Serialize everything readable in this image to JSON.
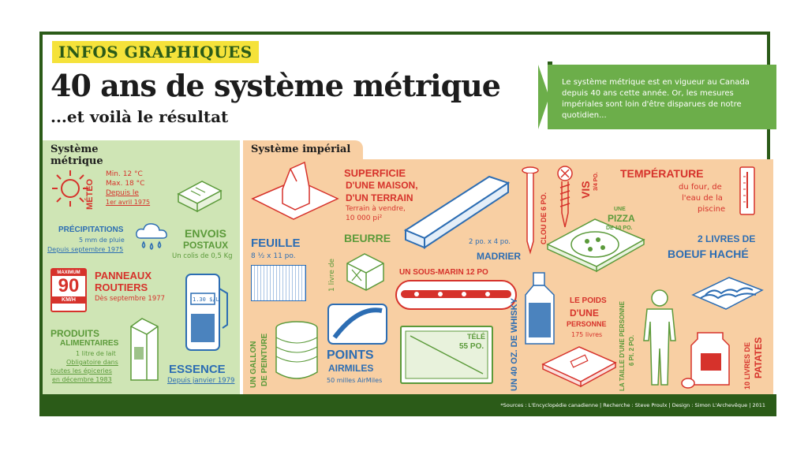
{
  "header": {
    "tag": "INFOS GRAPHIQUES",
    "title": "40 ans de système métrique",
    "subtitle": "...et voilà le résultat",
    "intro": "Le système métrique est en vigueur au Canada depuis 40 ans cette année. Or, les mesures impériales sont loin d'être disparues de notre quotidien..."
  },
  "metric": {
    "tab": "Système métrique",
    "meteo": {
      "label": "MÉTÉO",
      "min": "Min. 12 °C",
      "max": "Max. 18 °C",
      "since1": "Depuis le",
      "since2": "1er avril 1975"
    },
    "precip": {
      "label": "PRÉCIPITATIONS",
      "detail": "5 mm de pluie",
      "since": "Depuis septembre 1975"
    },
    "envois": {
      "label1": "ENVOIS",
      "label2": "POSTAUX",
      "detail": "Un colis de 0,5 Kg"
    },
    "panneaux": {
      "sign_top": "MAXIMUM",
      "sign_num": "90",
      "sign_unit": "KM/H",
      "label1": "PANNEAUX",
      "label2": "ROUTIERS",
      "since": "Dès septembre 1977"
    },
    "produits": {
      "label1": "PRODUITS",
      "label2": "ALIMENTAIRES",
      "detail": "1 litre de lait",
      "since1": "Obligatoire dans",
      "since2": "toutes les épiceries",
      "since3": "en décembre 1983"
    },
    "essence": {
      "pump_display": "1.30 $/L",
      "label": "ESSENCE",
      "since": "Depuis janvier 1979"
    }
  },
  "imperial": {
    "tab": "Système impérial",
    "superficie": {
      "label1": "SUPERFICIE",
      "label2": "D'UNE MAISON,",
      "label3": "D'UN TERRAIN",
      "detail1": "Terrain à vendre,",
      "detail2": "10 000 pi²"
    },
    "feuille": {
      "label": "FEUILLE",
      "detail": "8 ½ x 11 po."
    },
    "beurre": {
      "label": "BEURRE",
      "detail": "1 livre de"
    },
    "madrier": {
      "detail": "2 po. x 4 po.",
      "label": "MADRIER"
    },
    "clou": {
      "label": "CLOU DE 6 PO."
    },
    "vis": {
      "label": "VIS",
      "detail": "3/4 PO."
    },
    "temperature": {
      "label": "TEMPÉRATURE",
      "detail1": "du four, de",
      "detail2": "l'eau de la",
      "detail3": "piscine"
    },
    "pizza": {
      "label1": "UNE",
      "label2": "PIZZA",
      "label3": "DE 10 PO."
    },
    "boeuf": {
      "label1": "2 LIVRES DE",
      "label2": "BOEUF HACHÉ"
    },
    "sousmarin": {
      "label": "UN SOUS-MARIN 12 PO"
    },
    "whisky": {
      "label": "UN 40 OZ. DE WHISKY"
    },
    "poids": {
      "label1": "LE POIDS",
      "label2": "D'UNE",
      "label3": "PERSONNE",
      "detail": "175 livres"
    },
    "taille": {
      "label1": "LA TAILLE D'UNE PERSONNE",
      "label2": "6 PI. 2 PO."
    },
    "patates": {
      "label1": "10 LIVRES DE",
      "label2": "PATATES"
    },
    "peinture": {
      "label1": "UN GALLON",
      "label2": "DE PEINTURE"
    },
    "points": {
      "label1": "POINTS",
      "label2": "AIRMILES",
      "detail": "50 milles AirMiles"
    },
    "tele": {
      "label1": "TÉLÉ",
      "label2": "55 PO."
    }
  },
  "footer": {
    "credits": "*Sources : L'Encyclopédie canadienne | Recherche : Steve Proulx | Design : Simon L'Archevêque | 2011"
  },
  "colors": {
    "dark_green": "#2b5b18",
    "green": "#6cae4a",
    "light_green": "#cfe5b5",
    "peach": "#f8cfa3",
    "red": "#d6322b",
    "blue": "#2c6db3",
    "yellow": "#f5e23a"
  }
}
